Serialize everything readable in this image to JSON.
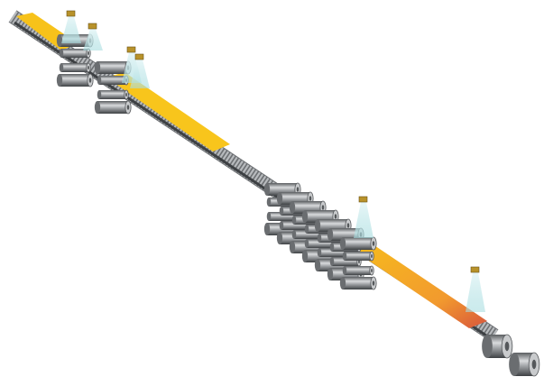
{
  "colors": {
    "background": "#ffffff",
    "roller": "#8a8d90",
    "roller_dark": "#4f5255",
    "strip_hot": "#f7c21a",
    "strip_glow": "#ffe066",
    "strip_end": "#e0623a",
    "sensor_body": "#b8922a",
    "sensor_beam": "#cfeef0"
  },
  "equipment": {
    "roughing_stands": 2,
    "finishing_stands": 7,
    "coilers": 2,
    "sensors": 6
  }
}
